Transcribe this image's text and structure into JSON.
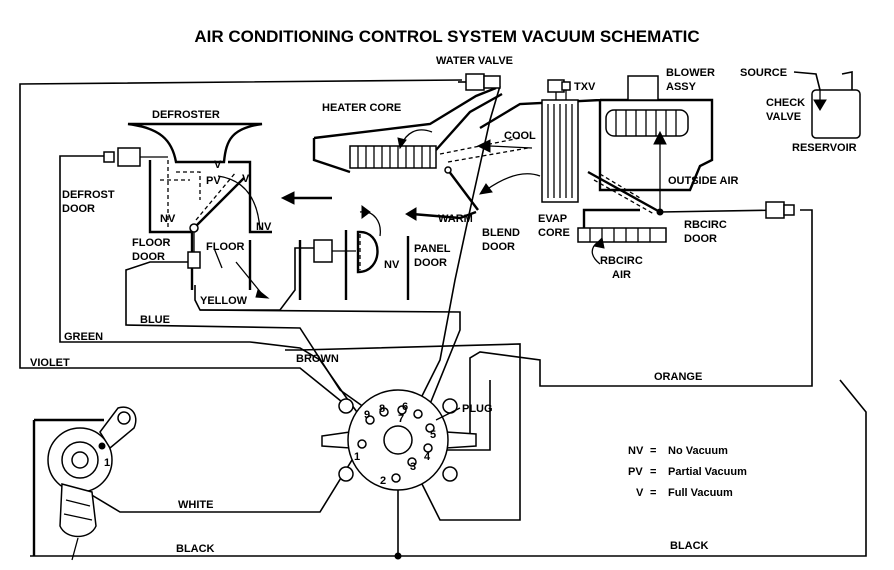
{
  "title": "AIR CONDITIONING CONTROL SYSTEM VACUUM SCHEMATIC",
  "components": {
    "water_valve": "WATER VALVE",
    "txv": "TXV",
    "blower_assy_1": "BLOWER",
    "blower_assy_2": "ASSY",
    "source": "SOURCE",
    "check_valve_1": "CHECK",
    "check_valve_2": "VALVE",
    "reservoir": "RESERVOIR",
    "defroster": "DEFROSTER",
    "heater_core": "HEATER CORE",
    "cool": "COOL",
    "warm": "WARM",
    "outside_air": "OUTSIDE AIR",
    "defrost_door_1": "DEFROST",
    "defrost_door_2": "DOOR",
    "floor_door_1": "FLOOR",
    "floor_door_2": "DOOR",
    "floor": "FLOOR",
    "blend_door_1": "BLEND",
    "blend_door_2": "DOOR",
    "evap_core_1": "EVAP",
    "evap_core_2": "CORE",
    "rbcirc_door_1": "RBCIRC",
    "rbcirc_door_2": "DOOR",
    "rbcirc_air_1": "RBCIRC",
    "rbcirc_air_2": "AIR",
    "panel_door_1": "PANEL",
    "panel_door_2": "DOOR",
    "plug": "PLUG",
    "nv": "NV",
    "pv": "PV",
    "v": "V"
  },
  "wires": {
    "yellow": "YELLOW",
    "blue": "BLUE",
    "green": "GREEN",
    "violet": "VIOLET",
    "brown": "BROWN",
    "orange": "ORANGE",
    "white": "WHITE",
    "black_left": "BLACK",
    "black_right": "BLACK"
  },
  "plug_pins": [
    "1",
    "2",
    "3",
    "4",
    "5",
    "6",
    "7",
    "8",
    "9"
  ],
  "switch_pin": "1",
  "legend": [
    {
      "key": "NV",
      "eq": "=",
      "text": "No Vacuum"
    },
    {
      "key": "PV",
      "eq": "=",
      "text": "Partial Vacuum"
    },
    {
      "key": "V",
      "eq": "=",
      "text": "Full Vacuum"
    }
  ]
}
